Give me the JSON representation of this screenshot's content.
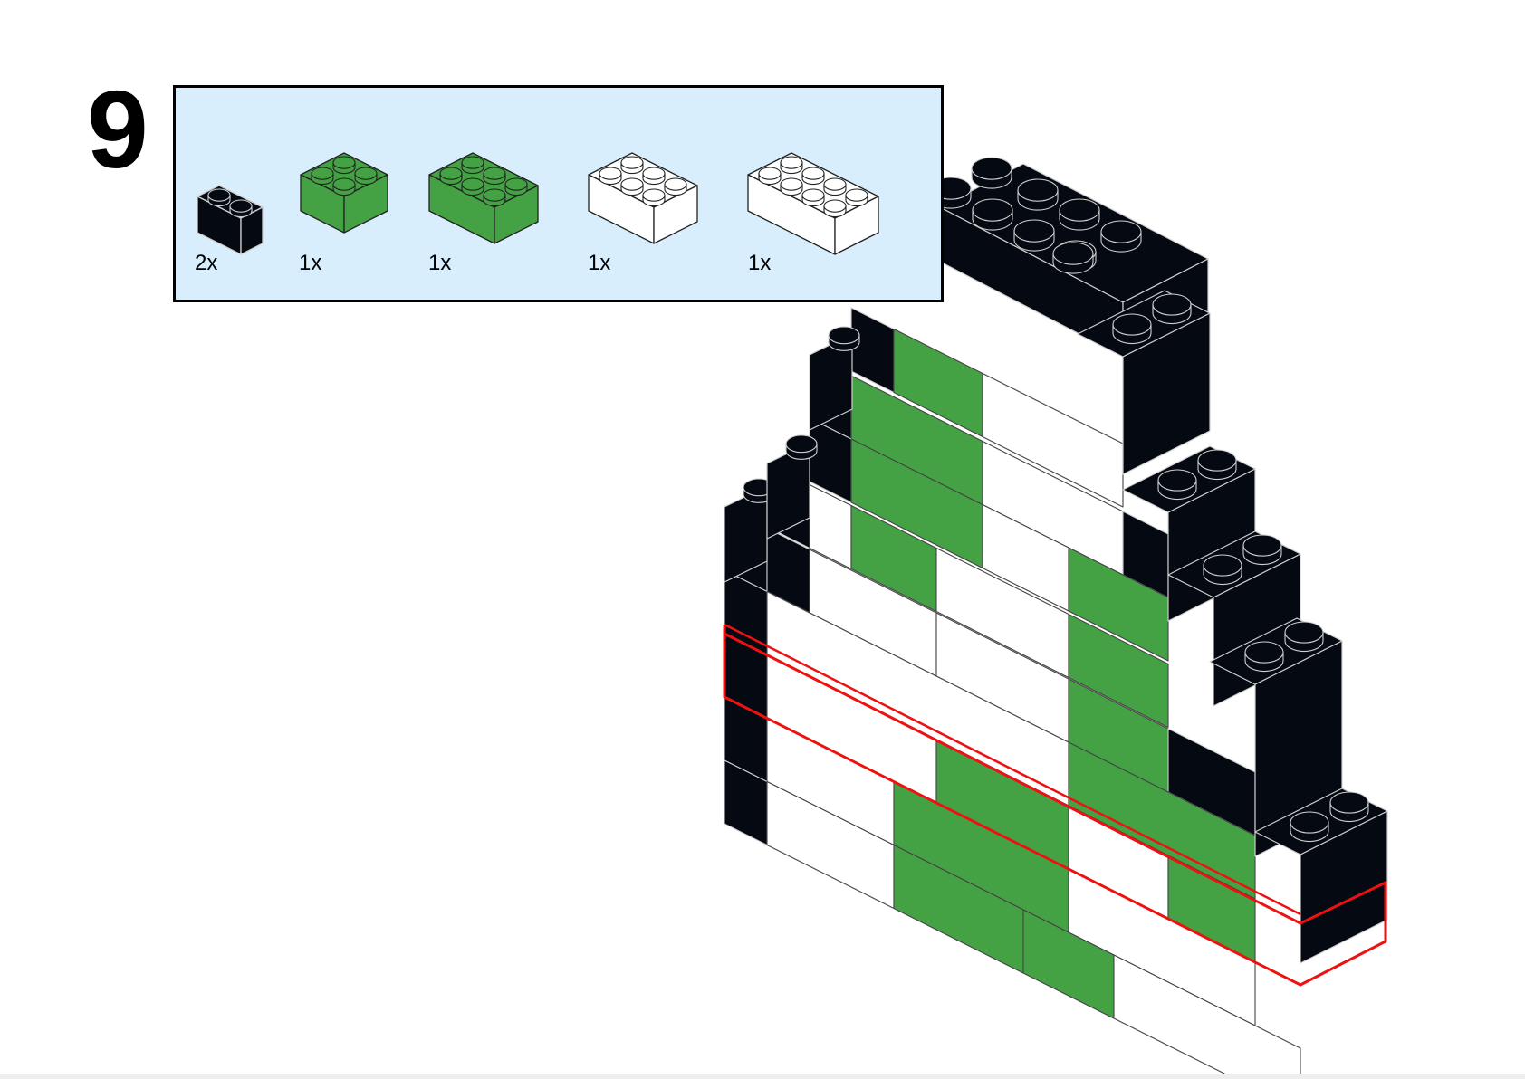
{
  "step": {
    "number": "9"
  },
  "colors": {
    "black": "#050a12",
    "green": "#44a244",
    "white": "#ffffff",
    "partsBackground": "#d8eefd",
    "highlight": "#ee1111",
    "studOutlineOnDark": "#cccccc"
  },
  "parts": [
    {
      "brick": "1x2",
      "color": "black",
      "count": "2x"
    },
    {
      "brick": "2x2",
      "color": "green",
      "count": "1x"
    },
    {
      "brick": "2x3",
      "color": "green",
      "count": "1x"
    },
    {
      "brick": "2x3",
      "color": "white",
      "count": "1x"
    },
    {
      "brick": "2x4",
      "color": "white",
      "count": "1x"
    }
  ]
}
